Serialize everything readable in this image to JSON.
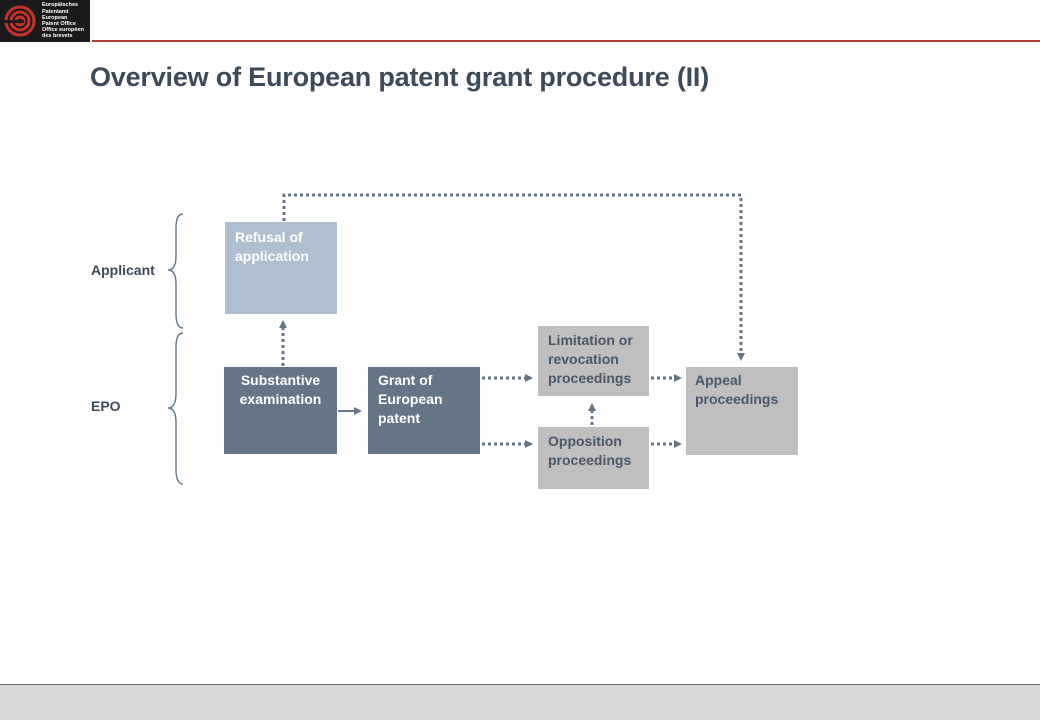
{
  "header": {
    "logo_lines": [
      "Europäisches",
      "Patentamt",
      "European",
      "Patent Office",
      "Office européen",
      "des brevets"
    ],
    "rule_color": "#b23a2e",
    "logo_icon": "epo-logo-icon"
  },
  "title": "Overview of European patent grant procedure (II)",
  "brackets": {
    "applicant": "Applicant",
    "epo": "EPO"
  },
  "boxes": {
    "refusal": "Refusal of application",
    "substantive": "Substantive examination",
    "grant": "Grant of European patent",
    "limitation": "Limitation or revocation proceedings",
    "opposition": "Opposition proceedings",
    "appeal": "Appeal proceedings"
  },
  "colors": {
    "dark_box": "#647587",
    "light_box": "#aebfcf",
    "grey_box": "#bfbfbf",
    "connector": "#647587",
    "title": "#3d4a5a"
  }
}
